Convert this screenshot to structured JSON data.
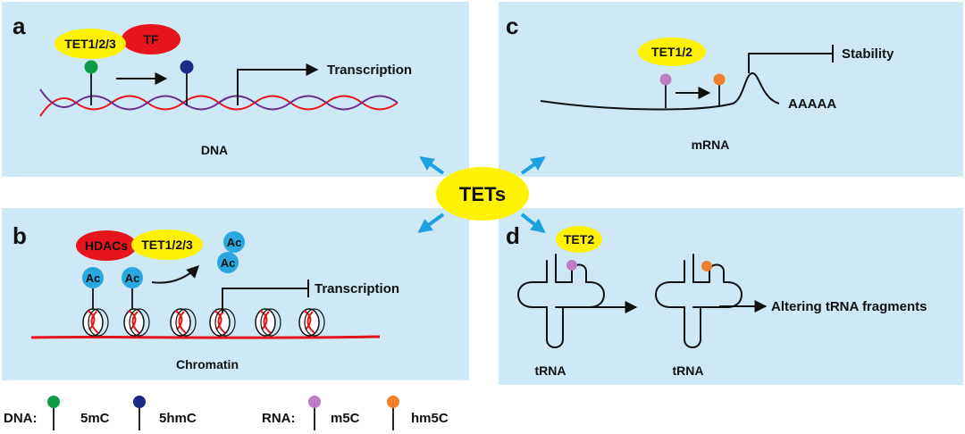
{
  "panels": {
    "a": {
      "letter": "a",
      "enzyme": "TET1/2/3",
      "factor": "TF",
      "process": "Transcription",
      "caption": "DNA"
    },
    "b": {
      "letter": "b",
      "hdac": "HDACs",
      "enzyme": "TET1/2/3",
      "acetyl": "Ac",
      "process": "Transcription",
      "caption": "Chromatin"
    },
    "c": {
      "letter": "c",
      "enzyme": "TET1/2",
      "effect": "Stability",
      "polya": "AAAAA",
      "caption": "mRNA"
    },
    "d": {
      "letter": "d",
      "enzyme": "TET2",
      "outcome": "Altering tRNA fragments",
      "left_caption": "tRNA",
      "right_caption": "tRNA"
    }
  },
  "center": {
    "label": "TETs"
  },
  "legend": {
    "dna_label": "DNA:",
    "dna_marks": [
      "5mC",
      "5hmC"
    ],
    "rna_label": "RNA:",
    "rna_marks": [
      "m5C",
      "hm5C"
    ]
  },
  "colors": {
    "panel_bg": "#cfe8f5",
    "yellow": "#fff200",
    "red": "#e8141c",
    "purple_strand": "#6a2c91",
    "acetyl_blue": "#29a8e0",
    "mark_5mC": "#0f9a48",
    "mark_5hmC": "#1c2a86",
    "mark_m5C": "#b97fc0",
    "mark_hm5C": "#f07f2e",
    "arrow_blue": "#1ba1e2"
  }
}
